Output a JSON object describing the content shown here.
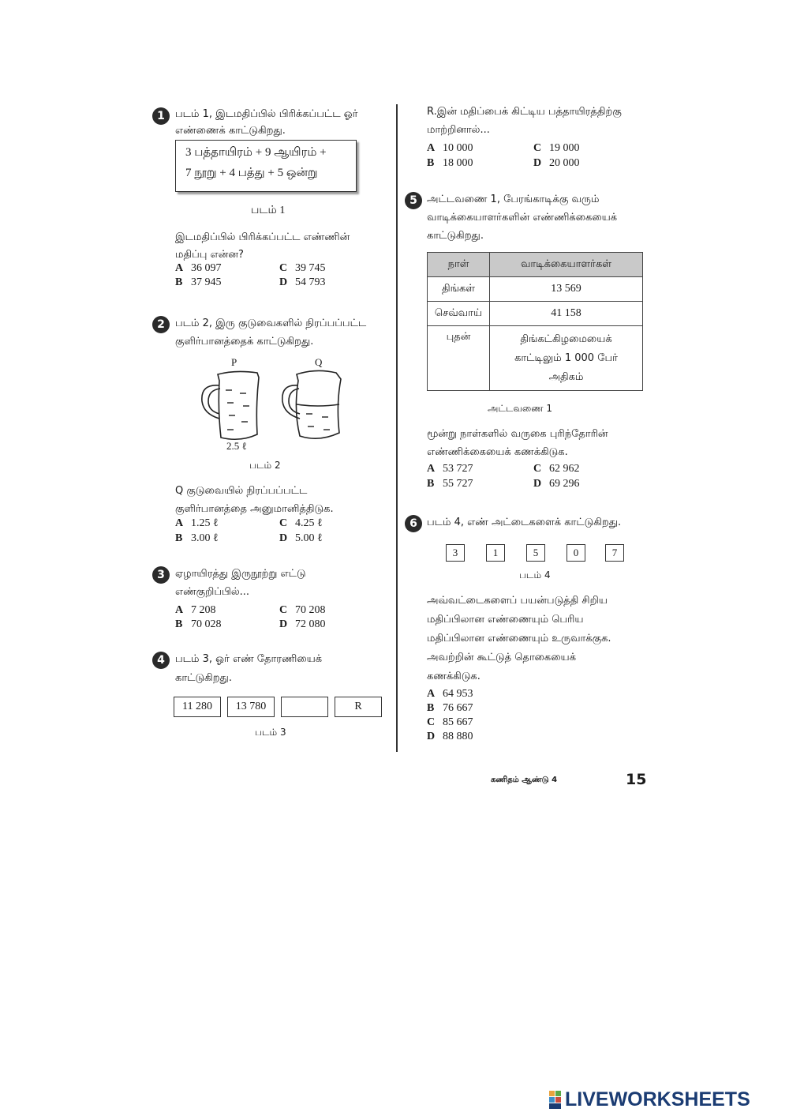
{
  "q1": {
    "num": "1",
    "line1": "படம் 1, இடமதிப்பில் பிரிக்கப்பட்ட ஓர்",
    "line2": "எண்ணைக் காட்டுகிறது.",
    "box_line1": "3 பத்தாயிரம்  + 9  ஆயிரம்  +",
    "box_line2": "7  நூறு  + 4  பத்து  + 5  ஒன்று",
    "caption": "படம்  1",
    "question1": "இடமதிப்பில் பிரிக்கப்பட்ட எண்ணின்",
    "question2": "மதிப்பு என்ன?",
    "options": [
      {
        "letter": "A",
        "value": "36 097"
      },
      {
        "letter": "B",
        "value": "37 945"
      },
      {
        "letter": "C",
        "value": "39 745"
      },
      {
        "letter": "D",
        "value": "54 793"
      }
    ]
  },
  "q2": {
    "num": "2",
    "line1": "படம் 2, இரு குடுவைகளில் நிரப்பப்பட்ட",
    "line2": "குளிர்பானத்தைக் காட்டுகிறது.",
    "jug_p": "P",
    "jug_q": "Q",
    "jug_p_volume": "2.5 ℓ",
    "caption": "படம் 2",
    "question1": "Q குடுவையில் நிரப்பப்பட்ட",
    "question2": "குளிர்பானத்தை அனுமானித்திடுக.",
    "options": [
      {
        "letter": "A",
        "value": "1.25 ℓ"
      },
      {
        "letter": "B",
        "value": "3.00 ℓ"
      },
      {
        "letter": "C",
        "value": "4.25 ℓ"
      },
      {
        "letter": "D",
        "value": "5.00 ℓ"
      }
    ]
  },
  "q3": {
    "num": "3",
    "line1": "ஏழாயிரத்து இருநூற்று எட்டு",
    "line2": "எண்குறிப்பில்...",
    "options": [
      {
        "letter": "A",
        "value": "7 208"
      },
      {
        "letter": "B",
        "value": "70 028"
      },
      {
        "letter": "C",
        "value": "70 208"
      },
      {
        "letter": "D",
        "value": "72 080"
      }
    ]
  },
  "q4": {
    "num": "4",
    "line1": "படம் 3, ஓர் எண் தோரணியைக்",
    "line2": "காட்டுகிறது.",
    "sequence": [
      "11 280",
      "13 780",
      "",
      "R"
    ],
    "caption": "படம் 3",
    "cont1": "R.இன் மதிப்பைக் கிட்டிய பத்தாயிரத்திற்கு",
    "cont2": "மாற்றினால்...",
    "options": [
      {
        "letter": "A",
        "value": "10 000"
      },
      {
        "letter": "B",
        "value": "18 000"
      },
      {
        "letter": "C",
        "value": "19 000"
      },
      {
        "letter": "D",
        "value": "20 000"
      }
    ]
  },
  "q5": {
    "num": "5",
    "line1": "அட்டவணை 1, பேரங்காடிக்கு வரும்",
    "line2": "வாடிக்கையாளர்களின் எண்ணிக்கையைக்",
    "line3": "காட்டுகிறது.",
    "table_header": [
      "நாள்",
      "வாடிக்கையாளர்கள்"
    ],
    "rows": [
      {
        "day": "திங்கள்",
        "value": "13 569"
      },
      {
        "day": "செவ்வாய்",
        "value": "41 158"
      },
      {
        "day": "புதன்",
        "value1": "திங்கட்கிழமையைக்",
        "value2": "காட்டிலும் 1 000 பேர்",
        "value3": "அதிகம்"
      }
    ],
    "caption": "அட்டவணை 1",
    "question1": "மூன்று நாள்களில் வருகை புரிந்தோரின்",
    "question2": "எண்ணிக்கையைக் கணக்கிடுக.",
    "options": [
      {
        "letter": "A",
        "value": "53 727"
      },
      {
        "letter": "B",
        "value": "55 727"
      },
      {
        "letter": "C",
        "value": "62 962"
      },
      {
        "letter": "D",
        "value": "69 296"
      }
    ]
  },
  "q6": {
    "num": "6",
    "line1": "படம் 4, எண் அட்டைகளைக் காட்டுகிறது.",
    "cards": [
      "3",
      "1",
      "5",
      "0",
      "7"
    ],
    "caption": "படம் 4",
    "q_line1": "அவ்வட்டைகளைப் பயன்படுத்தி சிறிய",
    "q_line2": "மதிப்பிலான எண்ணையும் பெரிய",
    "q_line3": "மதிப்பிலான எண்ணையும் உருவாக்குக.",
    "q_line4": "அவற்றின் கூட்டுத் தொகையைக்",
    "q_line5": "கணக்கிடுக.",
    "options": [
      {
        "letter": "A",
        "value": "64 953"
      },
      {
        "letter": "B",
        "value": "76 667"
      },
      {
        "letter": "C",
        "value": "85 667"
      },
      {
        "letter": "D",
        "value": "88 880"
      }
    ]
  },
  "footer": {
    "book": "கணிதம் ஆண்டு 4",
    "page": "15"
  },
  "brand": {
    "text": "LIVEWORKSHEETS",
    "color": "#1b3c73"
  }
}
